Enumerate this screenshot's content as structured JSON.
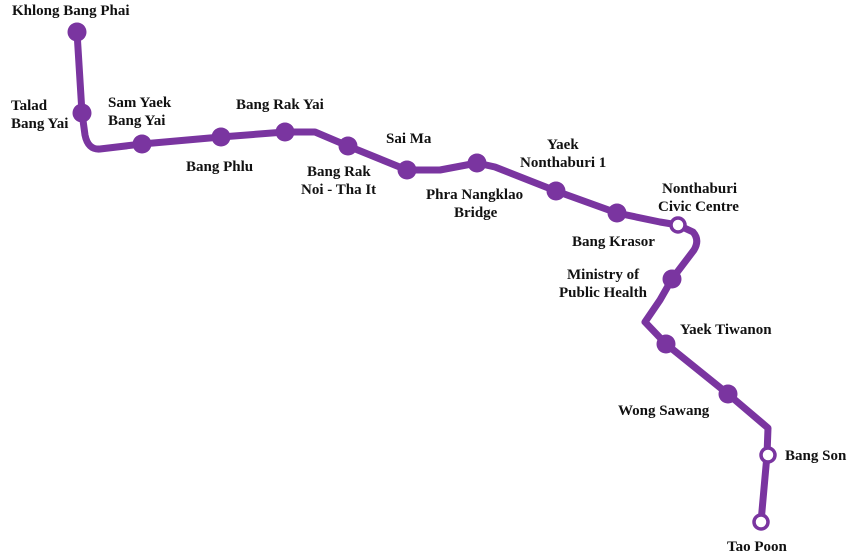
{
  "colors": {
    "line": "#7a35a0",
    "interchange_fill": "#ffffff",
    "text": "#111111"
  },
  "stations": [
    {
      "id": "khlong-bang-phai",
      "lines": [
        "Khlong Bang Phai"
      ],
      "type": "regular"
    },
    {
      "id": "talad-bang-yai",
      "lines": [
        "Talad",
        "Bang Yai"
      ],
      "type": "regular"
    },
    {
      "id": "sam-yaek-bang-yai",
      "lines": [
        "Sam Yaek",
        "Bang Yai"
      ],
      "type": "regular"
    },
    {
      "id": "bang-phlu",
      "lines": [
        "Bang Phlu"
      ],
      "type": "regular"
    },
    {
      "id": "bang-rak-yai",
      "lines": [
        "Bang Rak Yai"
      ],
      "type": "regular"
    },
    {
      "id": "bang-rak-noi-tha-it",
      "lines": [
        "Bang Rak",
        "Noi - Tha It"
      ],
      "type": "regular"
    },
    {
      "id": "sai-ma",
      "lines": [
        "Sai Ma"
      ],
      "type": "regular"
    },
    {
      "id": "phra-nangklao-bridge",
      "lines": [
        "Phra Nangklao",
        "Bridge"
      ],
      "type": "regular"
    },
    {
      "id": "yaek-nonthaburi-1",
      "lines": [
        "Yaek",
        "Nonthaburi 1"
      ],
      "type": "regular"
    },
    {
      "id": "bang-krasor",
      "lines": [
        "Bang Krasor"
      ],
      "type": "regular"
    },
    {
      "id": "nonthaburi-civic-centre",
      "lines": [
        "Nonthaburi",
        "Civic Centre"
      ],
      "type": "interchange"
    },
    {
      "id": "ministry-of-public-health",
      "lines": [
        "Ministry of",
        "Public Health"
      ],
      "type": "regular"
    },
    {
      "id": "yaek-tiwanon",
      "lines": [
        "Yaek Tiwanon"
      ],
      "type": "regular"
    },
    {
      "id": "wong-sawang",
      "lines": [
        "Wong Sawang"
      ],
      "type": "regular"
    },
    {
      "id": "bang-son",
      "lines": [
        "Bang Son"
      ],
      "type": "interchange"
    },
    {
      "id": "tao-poon",
      "lines": [
        "Tao Poon"
      ],
      "type": "interchange"
    }
  ]
}
